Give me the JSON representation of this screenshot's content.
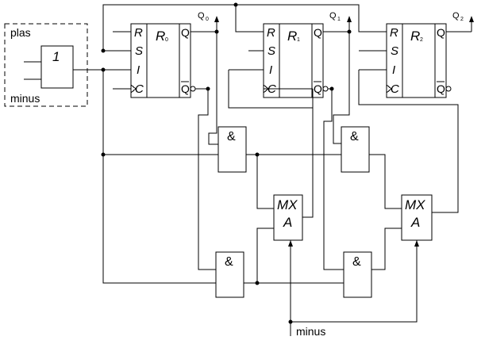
{
  "diagram": {
    "input_gate": {
      "symbol": "1",
      "label_top": "plas",
      "label_bottom": "minus"
    },
    "flip_flops": [
      {
        "name": "R",
        "index": "0",
        "pins": [
          "R",
          "S",
          "I",
          "C"
        ],
        "q": "Q",
        "qbar": "Q",
        "out": "Q",
        "out_index": "0"
      },
      {
        "name": "R",
        "index": "1",
        "pins": [
          "R",
          "S",
          "I",
          "C"
        ],
        "q": "Q",
        "qbar": "Q",
        "out": "Q",
        "out_index": "1"
      },
      {
        "name": "R",
        "index": "2",
        "pins": [
          "R",
          "S",
          "I",
          "C"
        ],
        "q": "Q",
        "qbar": "Q",
        "out": "Q",
        "out_index": "2"
      }
    ],
    "and_gates": [
      {
        "symbol": "&"
      },
      {
        "symbol": "&"
      },
      {
        "symbol": "&"
      },
      {
        "symbol": "&"
      }
    ],
    "muxes": [
      {
        "line1": "MX",
        "line2": "A"
      },
      {
        "line1": "MX",
        "line2": "A"
      }
    ],
    "control_label": "minus"
  }
}
